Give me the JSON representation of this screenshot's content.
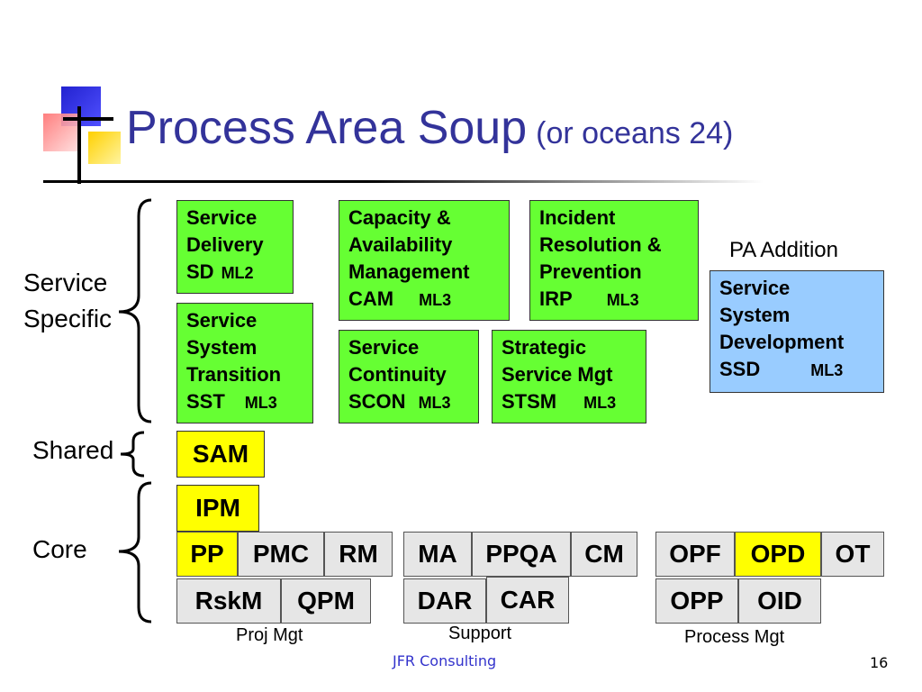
{
  "title": {
    "main": "Process Area Soup",
    "sub": "(or oceans 24)"
  },
  "side_labels": {
    "service_specific_1": "Service",
    "service_specific_2": "Specific",
    "shared": "Shared",
    "core": "Core"
  },
  "pa_addition_label": "PA Addition",
  "boxes": {
    "sd": {
      "l1": "Service",
      "l2": "Delivery",
      "l3": "SD",
      "ml": "ML2"
    },
    "cam": {
      "l1": "Capacity &",
      "l2": "Availability",
      "l3": "Management",
      "l4": "CAM",
      "ml": "ML3"
    },
    "irp": {
      "l1": "Incident",
      "l2": "Resolution &",
      "l3": "Prevention",
      "l4": "IRP",
      "ml": "ML3"
    },
    "sst": {
      "l1": "Service",
      "l2": "System",
      "l3": "Transition",
      "l4": "SST",
      "ml": "ML3"
    },
    "scon": {
      "l1": "Service",
      "l2": "Continuity",
      "l3": "SCON",
      "ml": "ML3"
    },
    "stsm": {
      "l1": "Strategic",
      "l2": "Service Mgt",
      "l3": "STSM",
      "ml": "ML3"
    },
    "ssd": {
      "l1": "Service",
      "l2": "System",
      "l3": "Development",
      "l4": "SSD",
      "ml": "ML3"
    },
    "sam": "SAM",
    "ipm": "IPM"
  },
  "core_cells": {
    "pp": "PP",
    "pmc": "PMC",
    "rm": "RM",
    "rskm": "RskM",
    "qpm": "QPM",
    "ma": "MA",
    "ppqa": "PPQA",
    "cm": "CM",
    "dar": "DAR",
    "car": "CAR",
    "opf": "OPF",
    "opd": "OPD",
    "ot": "OT",
    "opp": "OPP",
    "oid": "OID"
  },
  "group_labels": {
    "proj_mgt": "Proj Mgt",
    "support": "Support",
    "process_mgt": "Process Mgt"
  },
  "footer": {
    "company": "JFR Consulting",
    "page": "16"
  },
  "colors": {
    "title": "#33339a",
    "green": "#66ff33",
    "blue": "#99ccff",
    "yellow": "#ffff00",
    "gray": "#e6e6e6"
  }
}
